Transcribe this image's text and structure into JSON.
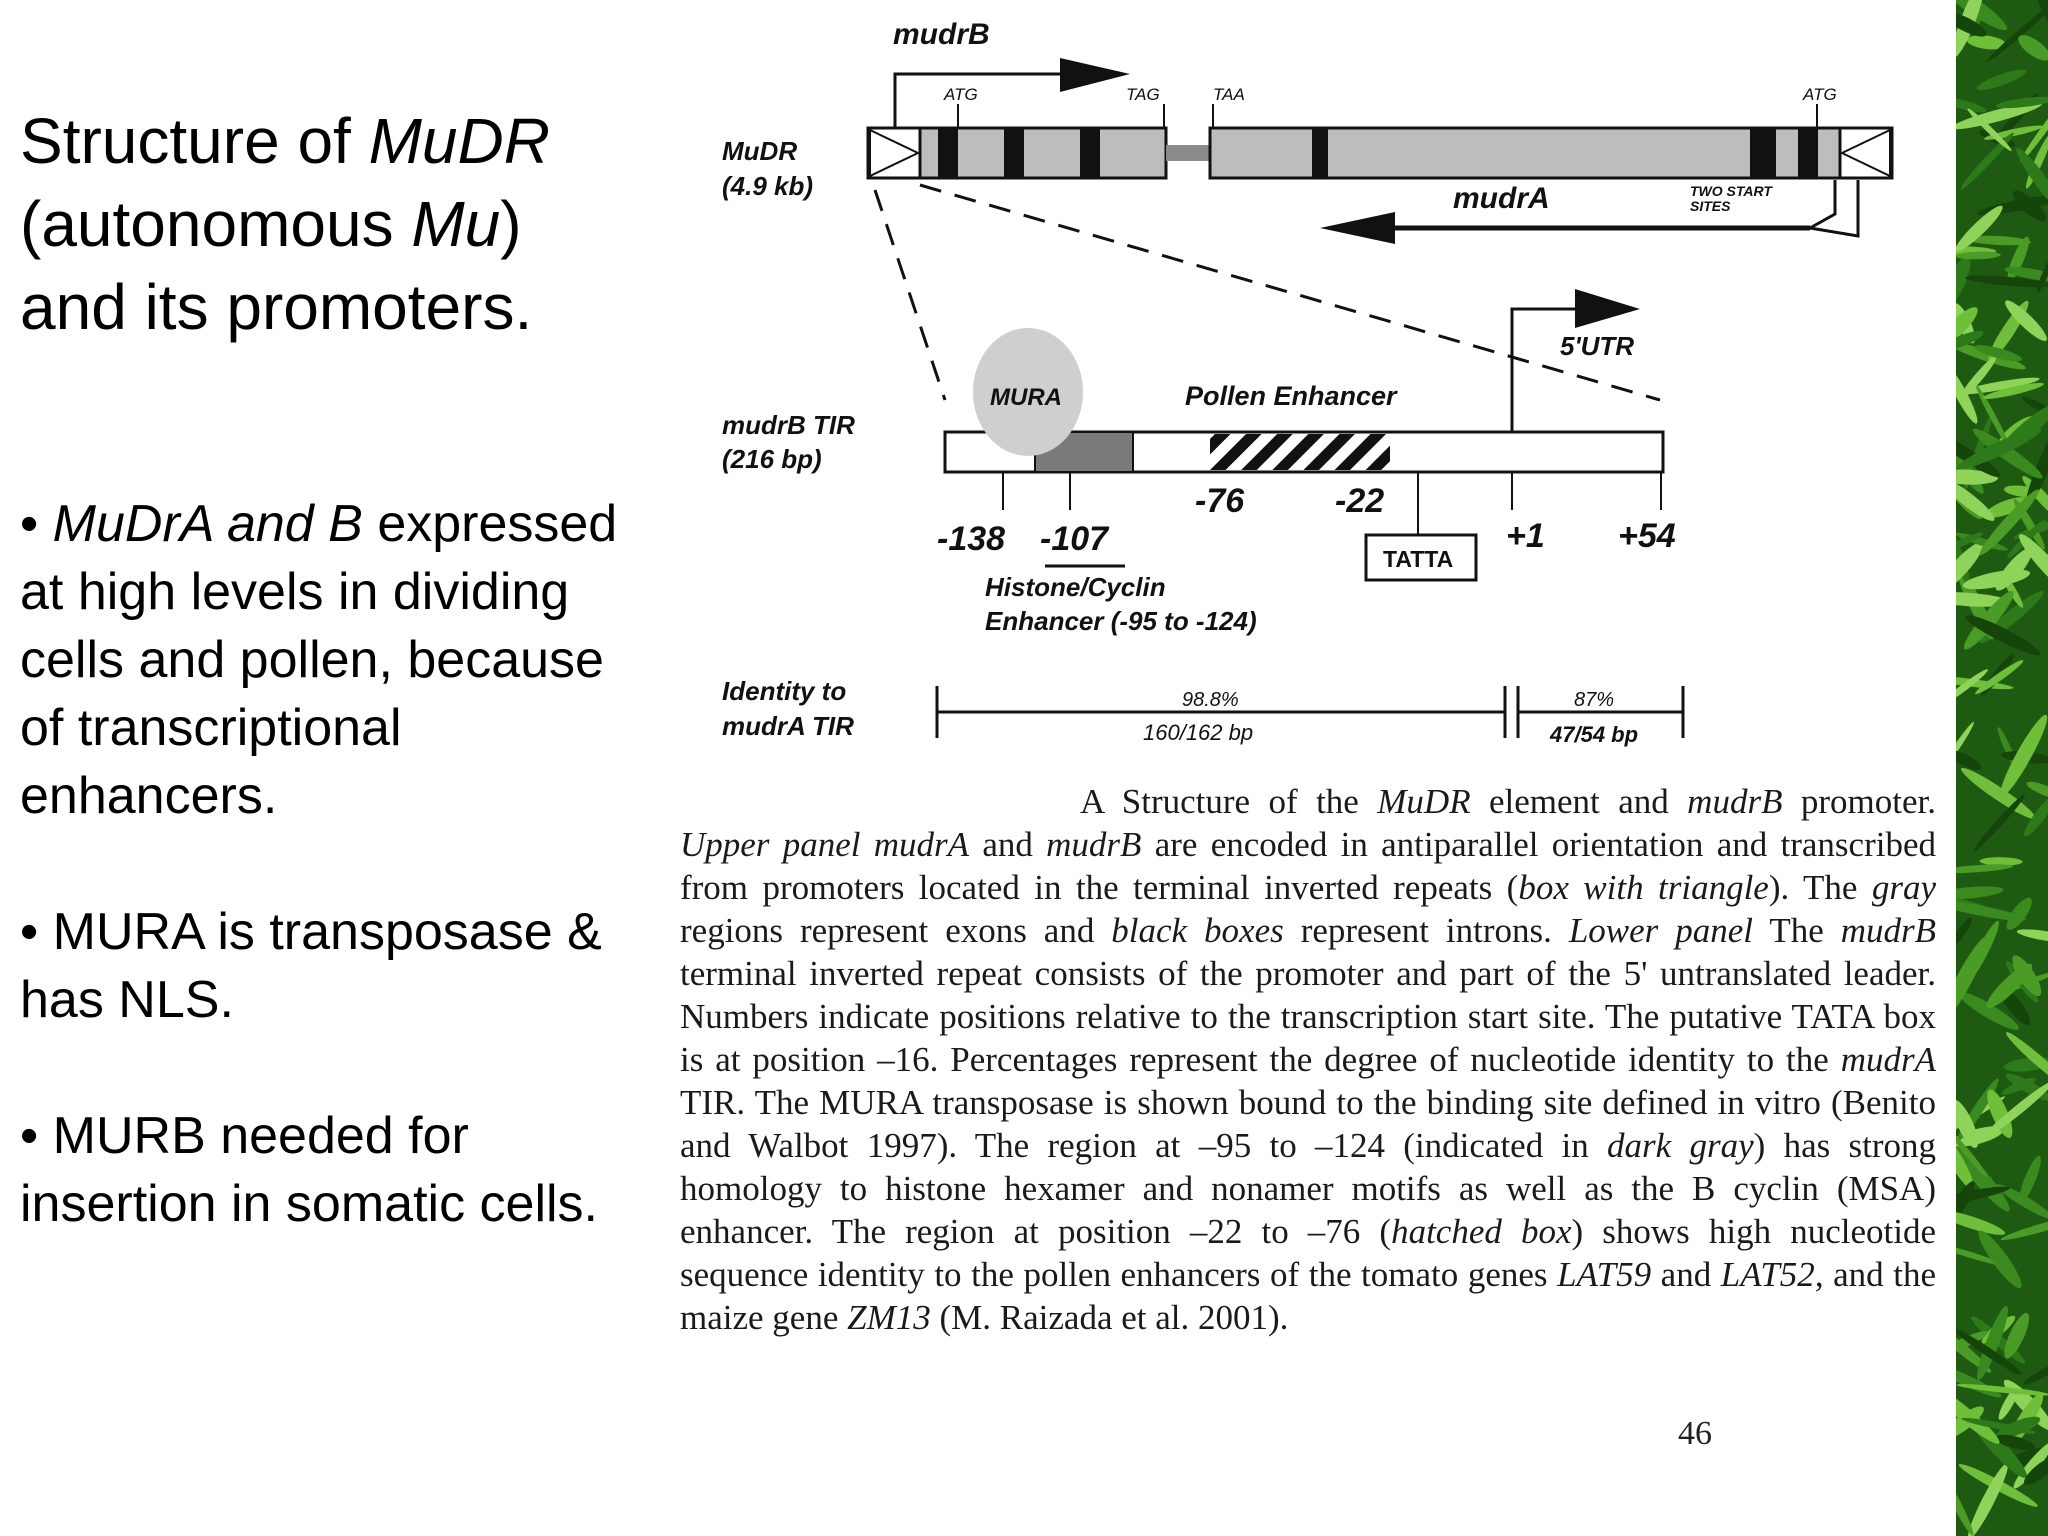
{
  "slide": {
    "title_1": "Structure of ",
    "title_2": "MuDR",
    "title_3": "(autonomous ",
    "title_4": "Mu",
    "title_5": ")",
    "title_6": "and its promoters.",
    "bullets": [
      {
        "marker": "• ",
        "em": "MuDrA and B",
        "text": "expressed at high levels in dividing cells and pollen, because of transcriptional enhancers."
      },
      {
        "marker": "• ",
        "em": "",
        "text": "MURA is transposase & has NLS."
      },
      {
        "marker": "• ",
        "em": "",
        "text": "MURB needed for insertion in somatic cells."
      }
    ],
    "page_number": "46"
  },
  "diagram": {
    "mudrB_label": "mudrB",
    "mudr_name": "MuDR",
    "mudr_size": "(4.9 kb)",
    "atg_left": "ATG",
    "tag": "TAG",
    "taa": "TAA",
    "atg_right": "ATG",
    "mudrA_label": "mudrA",
    "two_start_1": "TWO START",
    "two_start_2": "SITES",
    "utr": "5'UTR",
    "mura": "MURA",
    "pollen_enhancer": "Pollen Enhancer",
    "tir_name": "mudrB TIR",
    "tir_size": "(216 bp)",
    "pos_m76": "-76",
    "pos_m22": "-22",
    "pos_m138": "-138",
    "pos_m107": "-107",
    "pos_p1": "+1",
    "pos_p54": "+54",
    "tatta": "TATTA",
    "histone_1": "Histone/Cyclin",
    "histone_2": "Enhancer (-95 to -124)",
    "identity_1": "Identity to",
    "identity_2": "mudrA TIR",
    "pct_1": "98.8%",
    "bp_1": "160/162 bp",
    "pct_2": "87%",
    "bp_2": "47/54 bp"
  },
  "caption": {
    "p1": "A Structure of the ",
    "p2": "MuDR",
    "p3": " element and ",
    "p4": "mudrB",
    "p5": " promoter. ",
    "p6": "Upper panel mudrA",
    "p7": " and ",
    "p8": "mudrB",
    "p9": " are encoded in antiparallel orientation and transcribed from promoters located in the terminal inverted repeats (",
    "p10": "box with triangle",
    "p11": "). The ",
    "p12": "gray",
    "p13": " regions represent exons and ",
    "p14": "black boxes",
    "p15": " represent introns. ",
    "p16": "Lower panel",
    "p17": " The ",
    "p18": "mudrB",
    "p19": " terminal inverted repeat consists of the promoter and part of the 5' untranslated leader. Numbers indicate positions relative to the transcription start site. The putative TATA box is at position –16. Percentages represent the degree of nucleotide identity to the ",
    "p20": "mudrA",
    "p21": " TIR. The MURA transposase is shown bound to the binding site defined in vitro (Benito and Walbot 1997). The region at –95 to –124 (indicated in ",
    "p22": "dark gray",
    "p23": ") has strong homology to histone hexamer and nonamer motifs as well as the B cyclin (MSA) enhancer. The region at position –22 to –76 (",
    "p24": "hatched box",
    "p25": ") shows high nucleotide sequence identity to the pollen enhancers of the tomato genes ",
    "p26": "LAT59",
    "p27": " and ",
    "p28": "LAT52",
    "p29": ", and the maize gene ",
    "p30": "ZM13",
    "p31": " (M. Raizada et al. 2001)."
  },
  "colors": {
    "exon_gray": "#bdbdbd",
    "dark_gray": "#7a7a7a",
    "mura_gray": "#cfcfcf",
    "bamboo_dark": "#1f5a12",
    "bamboo_light": "#6fbf3a"
  }
}
